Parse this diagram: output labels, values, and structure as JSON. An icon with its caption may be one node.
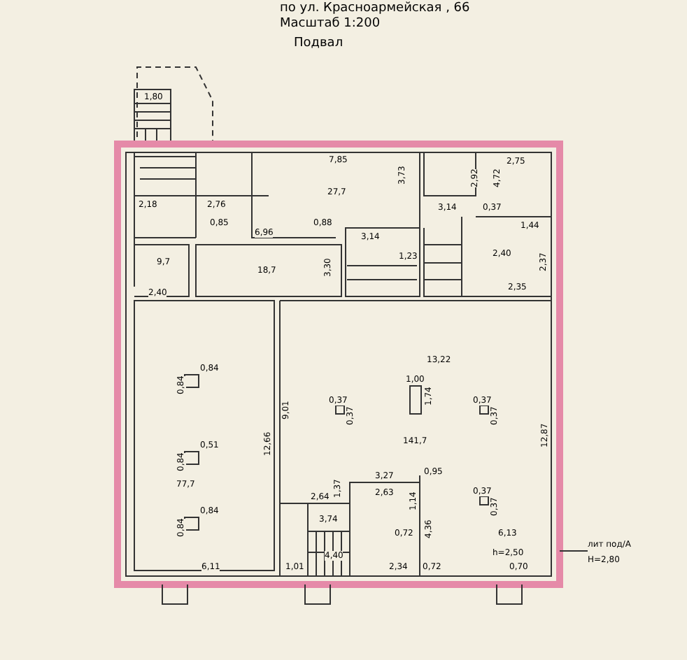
{
  "diagram": {
    "labels": [
      "по ул. Красноармейская , 66",
      "Масштаб 1:200",
      "Подвал",
      "1,80",
      "7,85",
      "27,7",
      "3,73",
      "2,18",
      "2,76",
      "0,85",
      "0,88",
      "6,96",
      "9,7",
      "18,7",
      "3,30",
      "3,14",
      "1,23",
      "2,40",
      "2,75",
      "2,92",
      "4,72",
      "3,14",
      "0,37",
      "2,40",
      "1,44",
      "2,37",
      "2,35",
      "13,22",
      "1,00",
      "1,74",
      "0,37",
      "0,37",
      "0,37",
      "0,37",
      "0,37",
      "0,37",
      "141,7",
      "9,01",
      "12,87",
      "0,84",
      "0,84",
      "0,51",
      "0,84",
      "0,84",
      "0,84",
      "77,7",
      "12,66",
      "6,11",
      "3,27",
      "2,63",
      "0,95",
      "1,14",
      "0,72",
      "2,64",
      "3,74",
      "1,37",
      "4,36",
      "6,13",
      "h=2,50",
      "2,34",
      "0,72",
      "0,70",
      "4,40",
      "1,01",
      "лит под/А",
      "Н=2,80"
    ]
  }
}
